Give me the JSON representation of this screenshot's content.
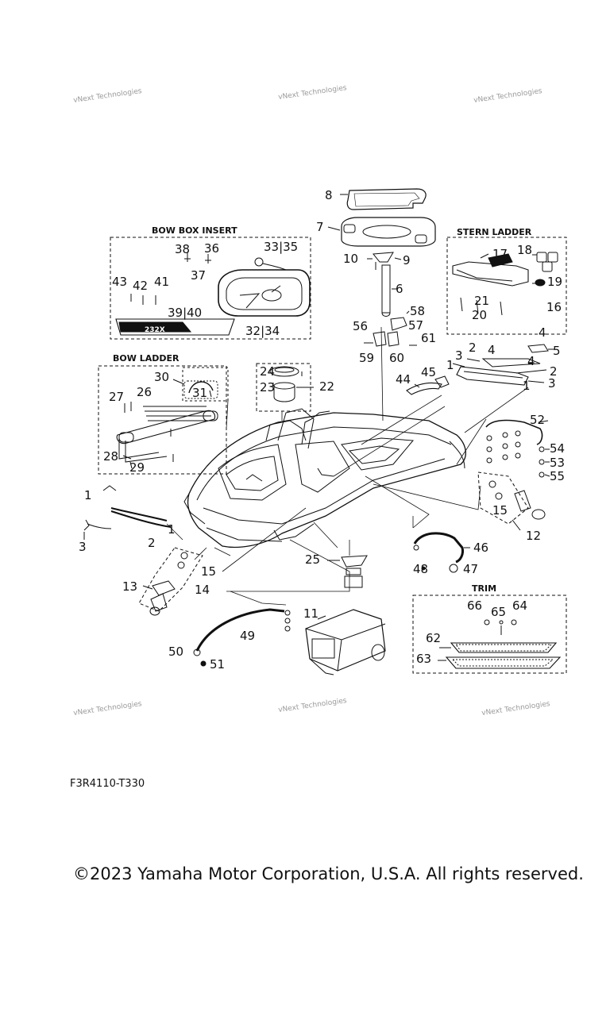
{
  "watermark": "vNext Technologies",
  "sections": {
    "bow_box_insert": "BOW BOX INSERT",
    "stern_ladder": "STERN LADDER",
    "bow_ladder": "BOW LADDER",
    "trim": "TRIM"
  },
  "callouts": {
    "c1a": "1",
    "c1b": "1",
    "c1c": "1",
    "c2a": "2",
    "c2b": "2",
    "c2c": "2",
    "c3a": "3",
    "c3b": "3",
    "c3c": "3",
    "c4a": "4",
    "c4b": "4",
    "c4c": "4",
    "c5": "5",
    "c6": "6",
    "c7": "7",
    "c8": "8",
    "c9": "9",
    "c10": "10",
    "c11": "11",
    "c12": "12",
    "c13": "13",
    "c14": "14",
    "c15a": "15",
    "c15b": "15",
    "c16": "16",
    "c17": "17",
    "c18": "18",
    "c19": "19",
    "c20": "20",
    "c21": "21",
    "c22": "22",
    "c23": "23",
    "c24": "24",
    "c25": "25",
    "c26": "26",
    "c27": "27",
    "c28": "28",
    "c29": "29",
    "c30": "30",
    "c31": "31",
    "c32_34": "32|34",
    "c33_35": "33|35",
    "c36": "36",
    "c37": "37",
    "c38": "38",
    "c39_40": "39|40",
    "c41": "41",
    "c42": "42",
    "c43": "43",
    "c44": "44",
    "c45": "45",
    "c46": "46",
    "c47": "47",
    "c48": "48",
    "c49": "49",
    "c50": "50",
    "c51": "51",
    "c52": "52",
    "c53": "53",
    "c54": "54",
    "c55": "55",
    "c56": "56",
    "c57": "57",
    "c58": "58",
    "c59": "59",
    "c60": "60",
    "c61": "61",
    "c62": "62",
    "c63": "63",
    "c64": "64",
    "c65": "65",
    "c66": "66"
  },
  "decal_text": "232X",
  "diagram_code": "F3R4110-T330",
  "copyright": "©2023 Yamaha Motor Corporation, U.S.A. All rights reserved."
}
